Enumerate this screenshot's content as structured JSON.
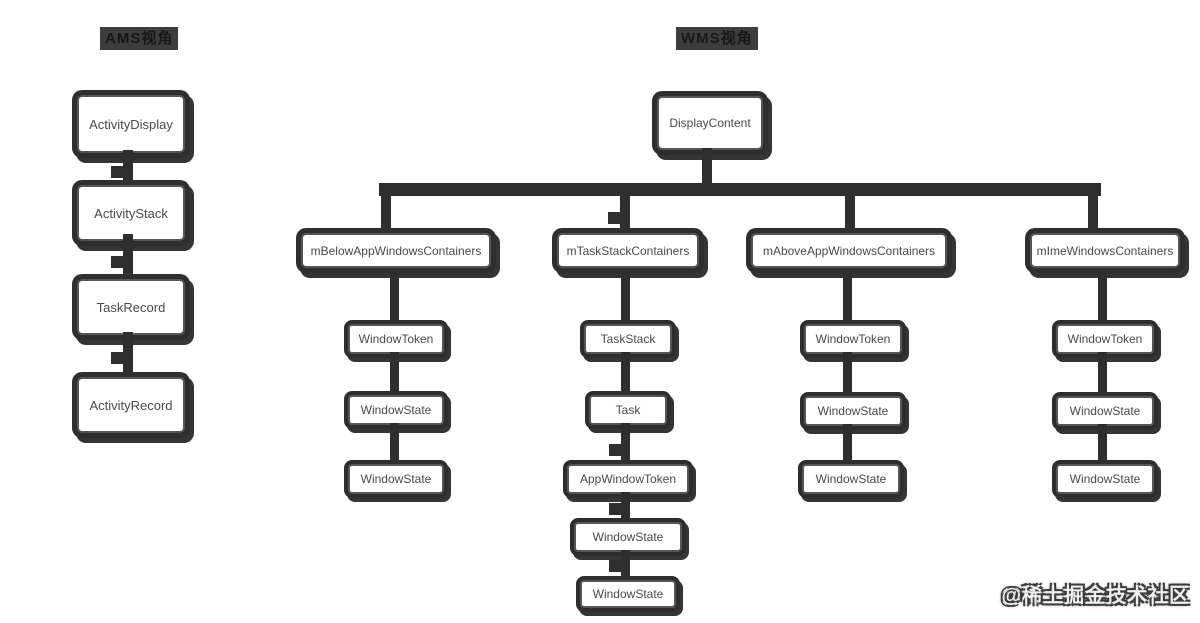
{
  "diagram": {
    "ams": {
      "title": "AMS视角",
      "nodes": [
        "ActivityDisplay",
        "ActivityStack",
        "TaskRecord",
        "ActivityRecord"
      ]
    },
    "wms": {
      "title": "WMS视角",
      "root": "DisplayContent",
      "branches": [
        {
          "label": "mBelowAppWindowsContainers",
          "children": [
            "WindowToken",
            "WindowState",
            "WindowState"
          ]
        },
        {
          "label": "mTaskStackContainers",
          "children": [
            "TaskStack",
            "Task",
            "AppWindowToken",
            "WindowState",
            "WindowState"
          ]
        },
        {
          "label": "mAboveAppWindowsContainers",
          "children": [
            "WindowToken",
            "WindowState",
            "WindowState"
          ]
        },
        {
          "label": "mImeWindowsContainers",
          "children": [
            "WindowToken",
            "WindowState",
            "WindowState"
          ]
        }
      ]
    },
    "colors": {
      "frame": "#2e2e2e",
      "box_fill": "#fefefe",
      "box_text": "#4a4a4a",
      "connector": "#2e2e2e"
    }
  },
  "watermark": {
    "text": "@稀土掘金技术社区"
  }
}
